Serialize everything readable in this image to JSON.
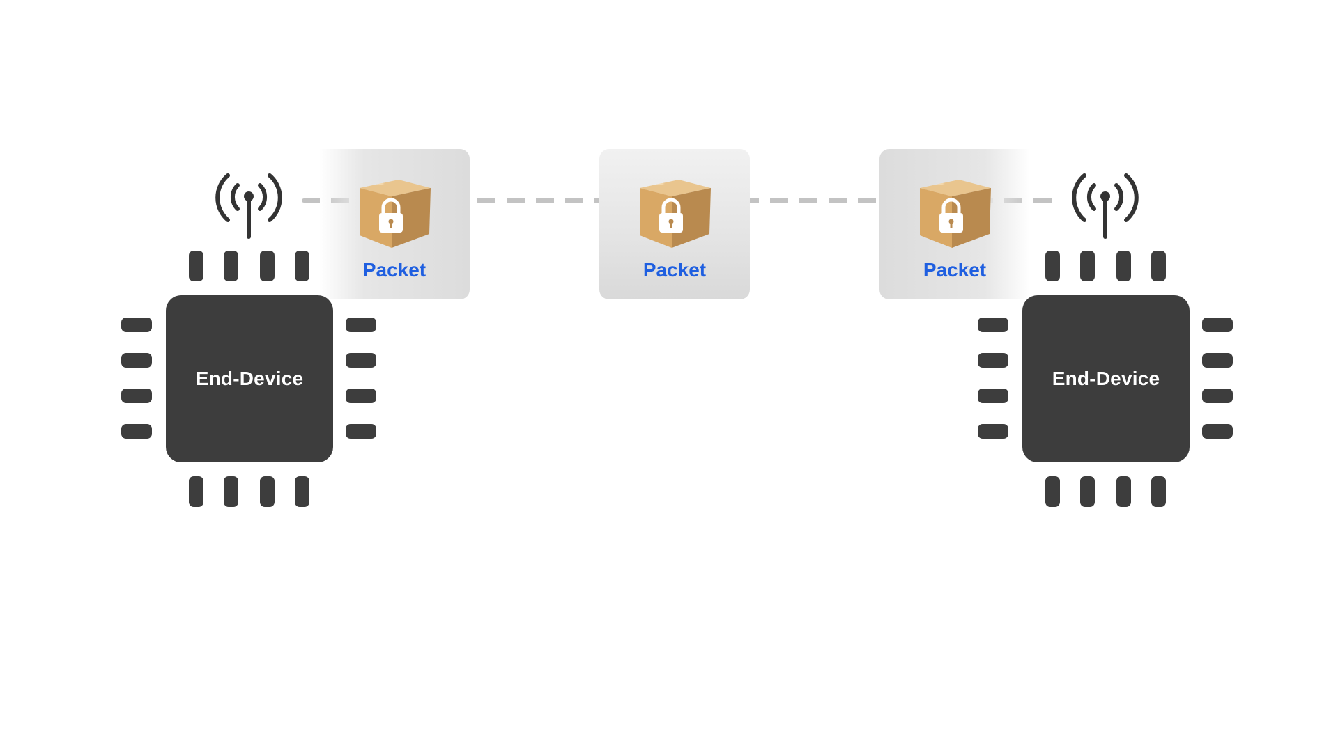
{
  "diagram": {
    "packets": [
      {
        "label": "Packet",
        "icon": "locked-box-icon"
      },
      {
        "label": "Packet",
        "icon": "locked-box-icon"
      },
      {
        "label": "Packet",
        "icon": "locked-box-icon"
      }
    ],
    "devices": [
      {
        "label": "End-Device",
        "icon": "antenna-icon"
      },
      {
        "label": "End-Device",
        "icon": "antenna-icon"
      }
    ],
    "colors": {
      "chip": "#3d3d3d",
      "packet_label": "#1f5fe0",
      "link_line": "#c3c3c3"
    }
  }
}
